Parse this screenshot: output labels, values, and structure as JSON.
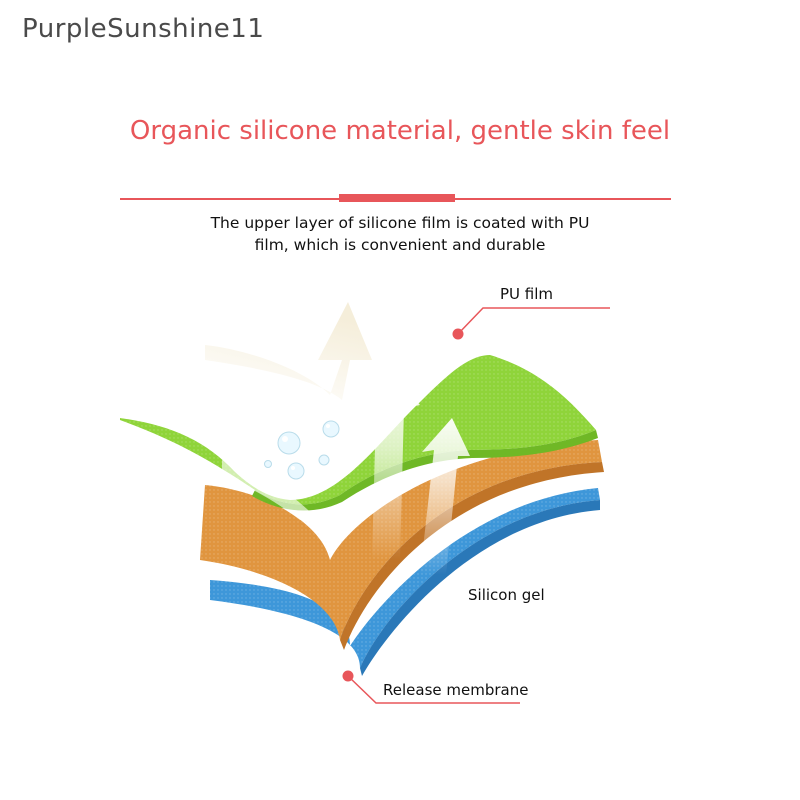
{
  "watermark": "PurpleSunshine11",
  "headline": "Organic silicone material, gentle skin feel",
  "description": {
    "line1": "The upper layer of silicone film is coated with PU",
    "line2": "film, which is convenient and durable"
  },
  "layers": [
    {
      "label": "PU film",
      "color": "#8fd43a"
    },
    {
      "label": "Silicon gel",
      "color": "#e0953f"
    },
    {
      "label": "Release membrane",
      "color": "#3e97d9"
    }
  ],
  "colors": {
    "accent": "#e8565a",
    "text": "#111111",
    "watermark": "#4a4a4a"
  },
  "icons": [
    "water-droplets-icon",
    "breathable-arrow-icon"
  ]
}
